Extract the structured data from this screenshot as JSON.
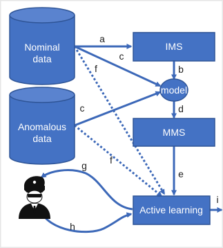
{
  "nodes": {
    "nominal": {
      "line1": "Nominal",
      "line2": "data"
    },
    "anomalous": {
      "line1": "Anomalous",
      "line2": "data"
    },
    "ims": {
      "label": "IMS"
    },
    "model": {
      "label": "model"
    },
    "mms": {
      "label": "MMS"
    },
    "active_learning": {
      "label": "Active learning"
    }
  },
  "edge_labels": {
    "a": "a",
    "b": "b",
    "c_nominal": "c",
    "c_anomalous": "c",
    "d": "d",
    "e": "e",
    "f_nominal": "f",
    "f_anomalous": "f",
    "g": "g",
    "h": "h",
    "i": "i"
  },
  "colors": {
    "node_fill": "#4472c4",
    "node_stroke": "#2f5597",
    "edge": "#3c68b8",
    "text": "#ffffff",
    "label": "#222222",
    "border": "#e6e6e6"
  }
}
